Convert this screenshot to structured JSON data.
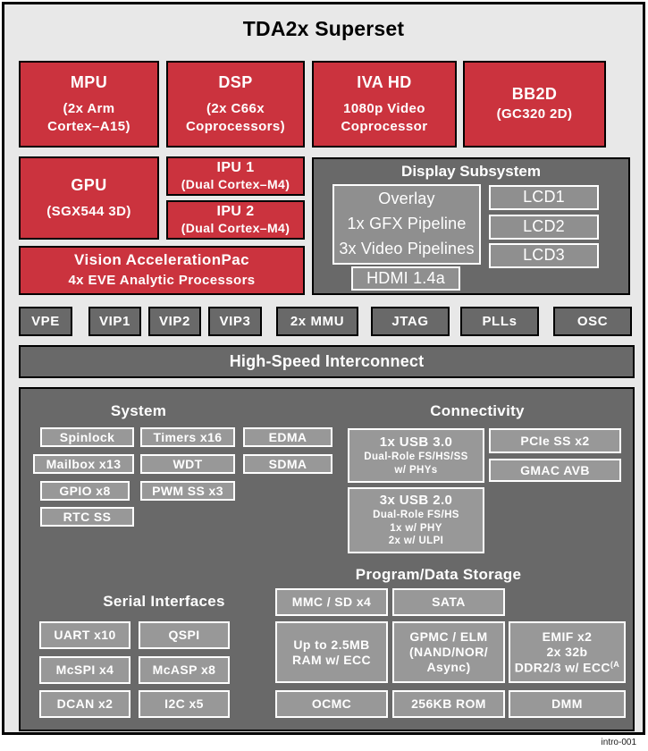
{
  "title": "TDA2x Superset",
  "footnote": "intro-001",
  "colors": {
    "red": "#cb333e",
    "dark_gray": "#696969",
    "light_gray": "#989898",
    "background": "#e8e8e8"
  },
  "blocks": {
    "mpu": {
      "title": "MPU",
      "subtitle": "(2x Arm\nCortex–A15)"
    },
    "dsp": {
      "title": "DSP",
      "subtitle": "(2x C66x\nCoprocessors)"
    },
    "iva": {
      "title": "IVA HD",
      "subtitle": "1080p Video\nCoprocessor"
    },
    "bb2d": {
      "title": "BB2D",
      "subtitle": "(GC320 2D)"
    },
    "gpu": {
      "title": "GPU",
      "subtitle": "(SGX544 3D)"
    },
    "ipu1": {
      "title": "IPU 1",
      "subtitle": "(Dual Cortex–M4)"
    },
    "ipu2": {
      "title": "IPU 2",
      "subtitle": "(Dual Cortex–M4)"
    },
    "vision": {
      "title": "Vision AccelerationPac",
      "subtitle": "4x EVE Analytic Processors"
    }
  },
  "display_subsystem": {
    "title": "Display Subsystem",
    "overlay": "Overlay\n1x GFX Pipeline\n3x Video Pipelines",
    "lcds": [
      "LCD1",
      "LCD2",
      "LCD3"
    ],
    "hdmi": "HDMI 1.4a"
  },
  "peripheral_row": [
    "VPE",
    "VIP1",
    "VIP2",
    "VIP3",
    "2x MMU",
    "JTAG",
    "PLLs",
    "OSC"
  ],
  "interconnect": "High-Speed Interconnect",
  "system": {
    "title": "System",
    "items": [
      "Spinlock",
      "Timers x16",
      "EDMA",
      "Mailbox x13",
      "WDT",
      "SDMA",
      "GPIO x8",
      "PWM SS x3",
      "RTC SS"
    ]
  },
  "connectivity": {
    "title": "Connectivity",
    "usb3": {
      "line1": "1x USB 3.0",
      "line2": "Dual-Role FS/HS/SS",
      "line3": "w/ PHYs"
    },
    "usb2": {
      "line1": "3x USB 2.0",
      "line2": "Dual-Role FS/HS",
      "line3": "1x w/ PHY",
      "line4": "2x w/ ULPI"
    },
    "pcie": "PCIe SS x2",
    "gmac": "GMAC AVB"
  },
  "serial": {
    "title": "Serial Interfaces",
    "items": [
      "UART x10",
      "QSPI",
      "McSPI x4",
      "McASP x8",
      "DCAN x2",
      "I2C x5"
    ]
  },
  "storage": {
    "title": "Program/Data Storage",
    "mmc": "MMC / SD x4",
    "sata": "SATA",
    "ram": "Up to 2.5MB\nRAM w/ ECC",
    "gpmc": "GPMC / ELM\n(NAND/NOR/\nAsync)",
    "emif": {
      "line1": "EMIF x2",
      "line2": "2x 32b",
      "line3": "DDR2/3 w/ ECC",
      "sup": "(A"
    },
    "ocmc": "OCMC",
    "rom": "256KB ROM",
    "dmm": "DMM"
  }
}
